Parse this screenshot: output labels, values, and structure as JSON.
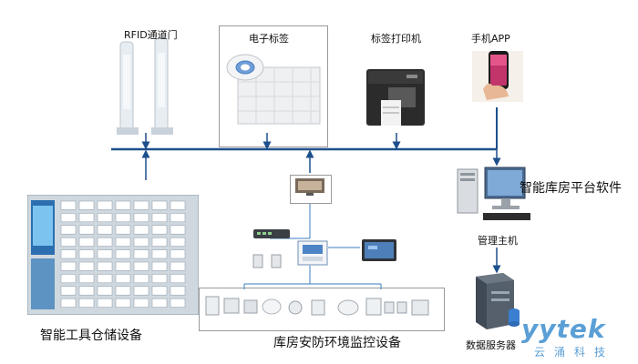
{
  "nodes": {
    "rfid_gate": "RFID通道门",
    "e_label": "电子标签",
    "label_printer": "标签打印机",
    "mobile_app": "手机APP",
    "platform_software": "智能库房平台软件",
    "management_host": "管理主机",
    "data_server": "数据服务器",
    "tool_storage": "智能工具仓储设备",
    "env_monitoring": "库房安防环境监控设备"
  },
  "logo": {
    "word": "yytek",
    "sub": "云涌科技"
  },
  "colors": {
    "bus": "#1d4f8c",
    "connector": "#3a7cc2",
    "accent": "#5a9fd6"
  }
}
